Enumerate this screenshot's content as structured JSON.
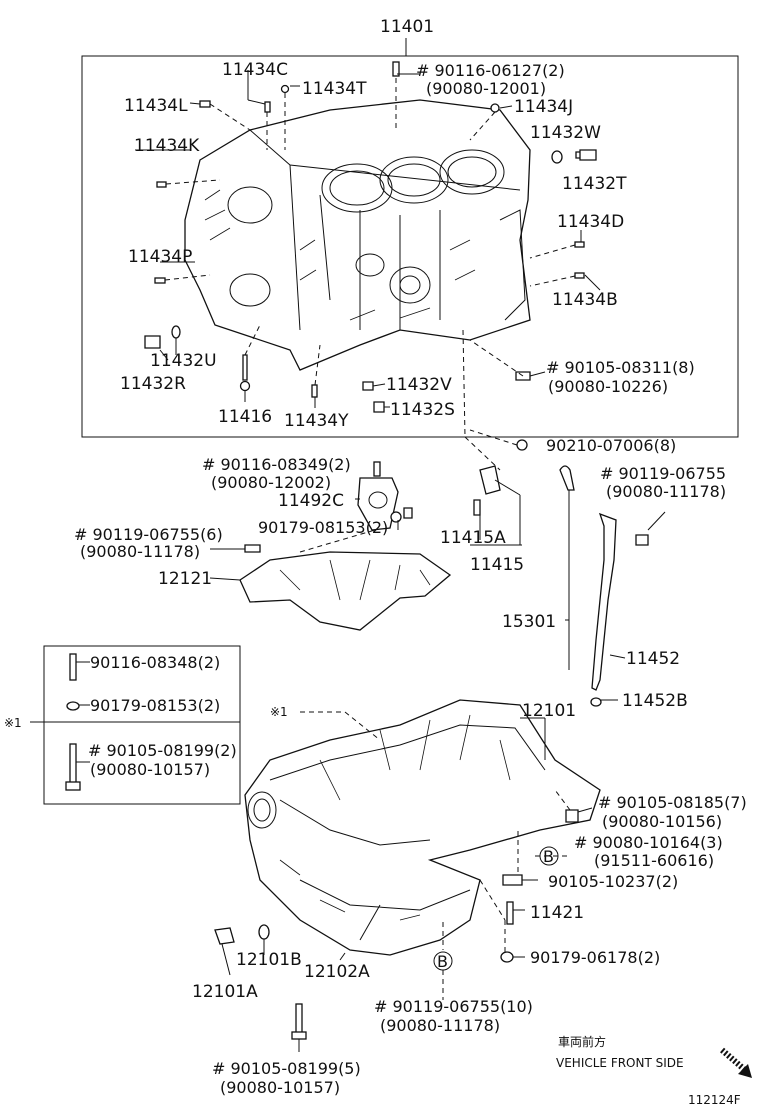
{
  "labels": {
    "l11401": "11401",
    "l11434C": "11434C",
    "l11434T": "11434T",
    "l11434L": "11434L",
    "l11434K": "11434K",
    "l11434P": "11434P",
    "l11432U": "11432U",
    "l11432R": "11432R",
    "l11416": "11416",
    "l11434Y": "11434Y",
    "l11432V": "11432V",
    "l11432S": "11432S",
    "l11434J": "11434J",
    "l11432W": "11432W",
    "l11432T": "11432T",
    "l11434D": "11434D",
    "l11434B": "11434B",
    "l90116_06127": "# 90116-06127(2)",
    "l90080_12001": "(90080-12001)",
    "l90105_08311": "# 90105-08311(8)",
    "l90080_10226": "(90080-10226)",
    "l90210_07006": "90210-07006(8)",
    "l90116_08349": "# 90116-08349(2)",
    "l90080_12002": "(90080-12002)",
    "l11492C": "11492C",
    "l90179_08153a": "90179-08153(2)",
    "l11415A": "11415A",
    "l11415": "11415",
    "l90119_06755a": "# 90119-06755",
    "l90080_11178a": "(90080-11178)",
    "l90119_06755b": "# 90119-06755(6)",
    "l90080_11178b": "(90080-11178)",
    "l12121": "12121",
    "l15301": "15301",
    "l11452": "11452",
    "l11452B": "11452B",
    "l90116_08348": "90116-08348(2)",
    "l90179_08153b": "90179-08153(2)",
    "l90105_08199a": "# 90105-08199(2)",
    "l90080_10157a": "(90080-10157)",
    "lref1": "※1",
    "lref1b": "※1",
    "l12101": "12101",
    "l90105_08185": "# 90105-08185(7)",
    "l90080_10156": "(90080-10156)",
    "l90080_10164": "# 90080-10164(3)",
    "l91511_60616": "(91511-60616)",
    "lB1": "B",
    "l90105_10237": "90105-10237(2)",
    "l11421": "11421",
    "l90179_06178": "90179-06178(2)",
    "l12101B": "12101B",
    "l12102A": "12102A",
    "lB2": "B",
    "l12101A": "12101A",
    "l90119_06755c": "# 90119-06755(10)",
    "l90080_11178c": "(90080-11178)",
    "l90105_08199b": "# 90105-08199(5)",
    "l90080_10157b": "(90080-10157)",
    "front_jp": "車両前方",
    "front_en": "VEHICLE FRONT SIDE",
    "figure_id": "112124F"
  }
}
